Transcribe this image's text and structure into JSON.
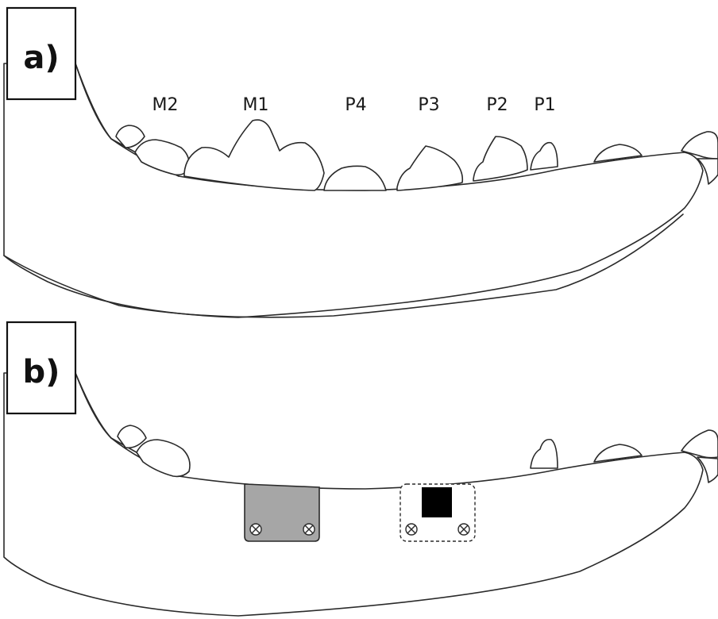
{
  "panels": [
    {
      "label": "a)",
      "teeth": [
        "M2",
        "M1",
        "P4",
        "P3",
        "P2",
        "P1"
      ]
    },
    {
      "label": "b)",
      "implant_plate_color": "#a6a6a6",
      "implant_block_color": "#000000",
      "screw_symbol": "⊗"
    }
  ]
}
